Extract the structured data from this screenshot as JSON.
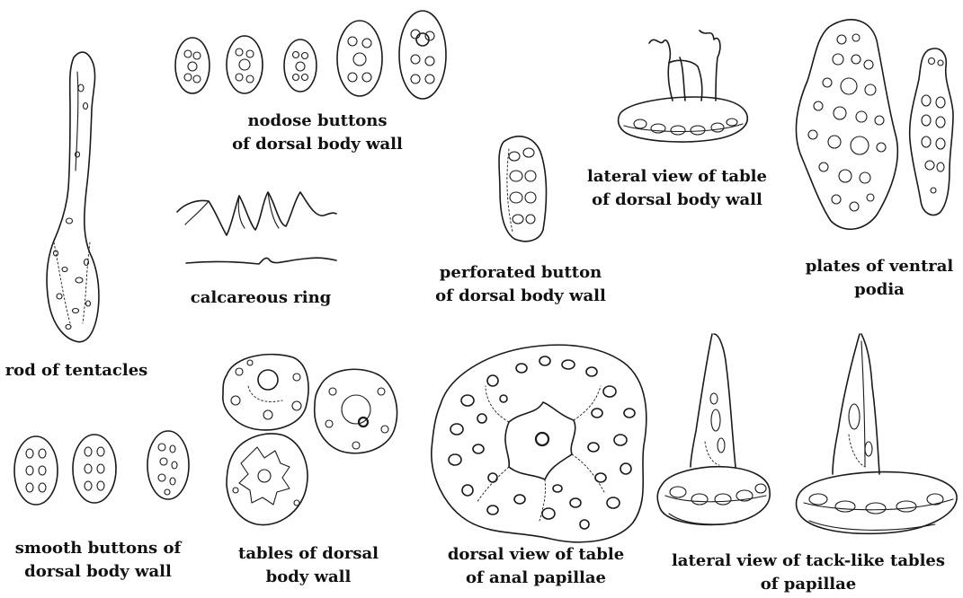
{
  "figure": {
    "labels": {
      "nodose_buttons": [
        "nodose buttons",
        "of dorsal body wall"
      ],
      "calcareous_ring": [
        "calcareous ring"
      ],
      "perforated_button": [
        "perforated button",
        "of dorsal body wall"
      ],
      "lateral_table": [
        "lateral view of table",
        "of dorsal body wall"
      ],
      "plates_ventral": [
        "plates of ventral",
        "podia"
      ],
      "rod_tentacles": [
        "rod of tentacles"
      ],
      "smooth_buttons": [
        "smooth buttons of",
        "dorsal body wall"
      ],
      "tables_dorsal": [
        "tables of dorsal",
        "body wall"
      ],
      "dorsal_view_table": [
        "dorsal view of table",
        "of anal papillae"
      ],
      "tack_tables": [
        "lateral view of tack-like tables",
        "of papillae"
      ]
    }
  }
}
